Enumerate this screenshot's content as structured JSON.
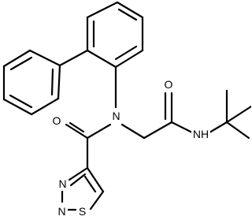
{
  "structure": {
    "atoms": {
      "n_amide": "N",
      "o_carbonyl_left": "O",
      "o_carbonyl_right": "O",
      "nh": "NH",
      "n_ring_a": "N",
      "n_ring_b": "N",
      "s_ring": "S"
    }
  },
  "colors": {
    "bond": "#000000",
    "background": "#ffffff"
  }
}
